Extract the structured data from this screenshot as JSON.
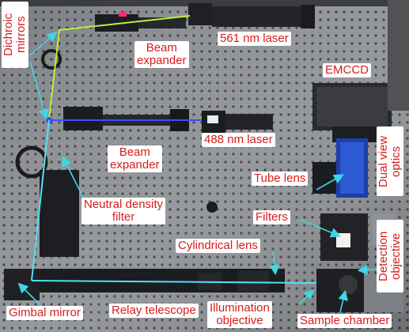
{
  "labels": {
    "dichroic_mirrors": {
      "line1": "Dichroic",
      "line2": "mirrors"
    },
    "beam_expander_top": {
      "line1": "Beam",
      "line2": "expander"
    },
    "laser_561": "561 nm laser",
    "emccd": "EMCCD",
    "laser_488": "488 nm laser",
    "beam_expander_mid": {
      "line1": "Beam",
      "line2": "expander"
    },
    "tube_lens": "Tube lens",
    "dual_view_optics": {
      "line1": "Dual view",
      "line2": "optics"
    },
    "neutral_density_filter": {
      "line1": "Neutral density",
      "line2": "filter"
    },
    "filters": "Filters",
    "cylindrical_lens": "Cylindrical lens",
    "detection_objective": {
      "line1": "Detection",
      "line2": "objective"
    },
    "gimbal_mirror": "Gimbal mirror",
    "relay_telescope": "Relay telescope",
    "illumination_objective": {
      "line1": "Illumination",
      "line2": "objective"
    },
    "sample_chamber": "Sample chamber"
  },
  "colors": {
    "label_text": "#d81b1b",
    "label_bg": "#ffffff",
    "arrow": "#3fd6e6",
    "beam_green": "#b8f23a",
    "beam_blue": "#3a4fff",
    "beam_cyan": "#4fe3f2",
    "table": "#8e9194"
  }
}
